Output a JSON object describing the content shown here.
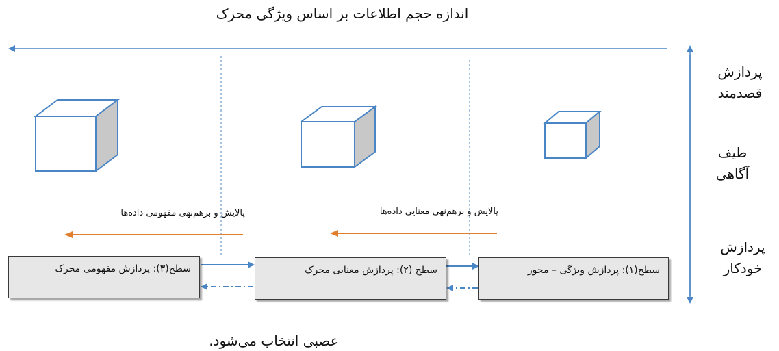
{
  "title": "اندازه حجم اطلاعات بر اساس ویژگی محرک",
  "side_labels": {
    "top": [
      "پردازش",
      "قصدمند"
    ],
    "middle": [
      "طیف",
      "آگاهی"
    ],
    "bottom": [
      "پردازش",
      "خودکار"
    ]
  },
  "flow_labels": {
    "semantic": "پالایش و برهم‌نهی معنایی داده‌ها",
    "conceptual": "پالایش و برهم‌نهی مفهومی داده‌ها"
  },
  "levels": [
    {
      "label": "سطح(۱): پردازش ویژگی – محور"
    },
    {
      "label": "سطح (۲): پردازش معنایی محرک"
    },
    {
      "label": "سطح(۳): پردازش مفهومی محرک"
    }
  ],
  "caption": "عصبی انتخاب می‌شود.",
  "colors": {
    "blue": "#4a86c5",
    "orange": "#e27f2e",
    "box_fill": "#e7e7e7",
    "cube_side": "#c8c8c8"
  }
}
